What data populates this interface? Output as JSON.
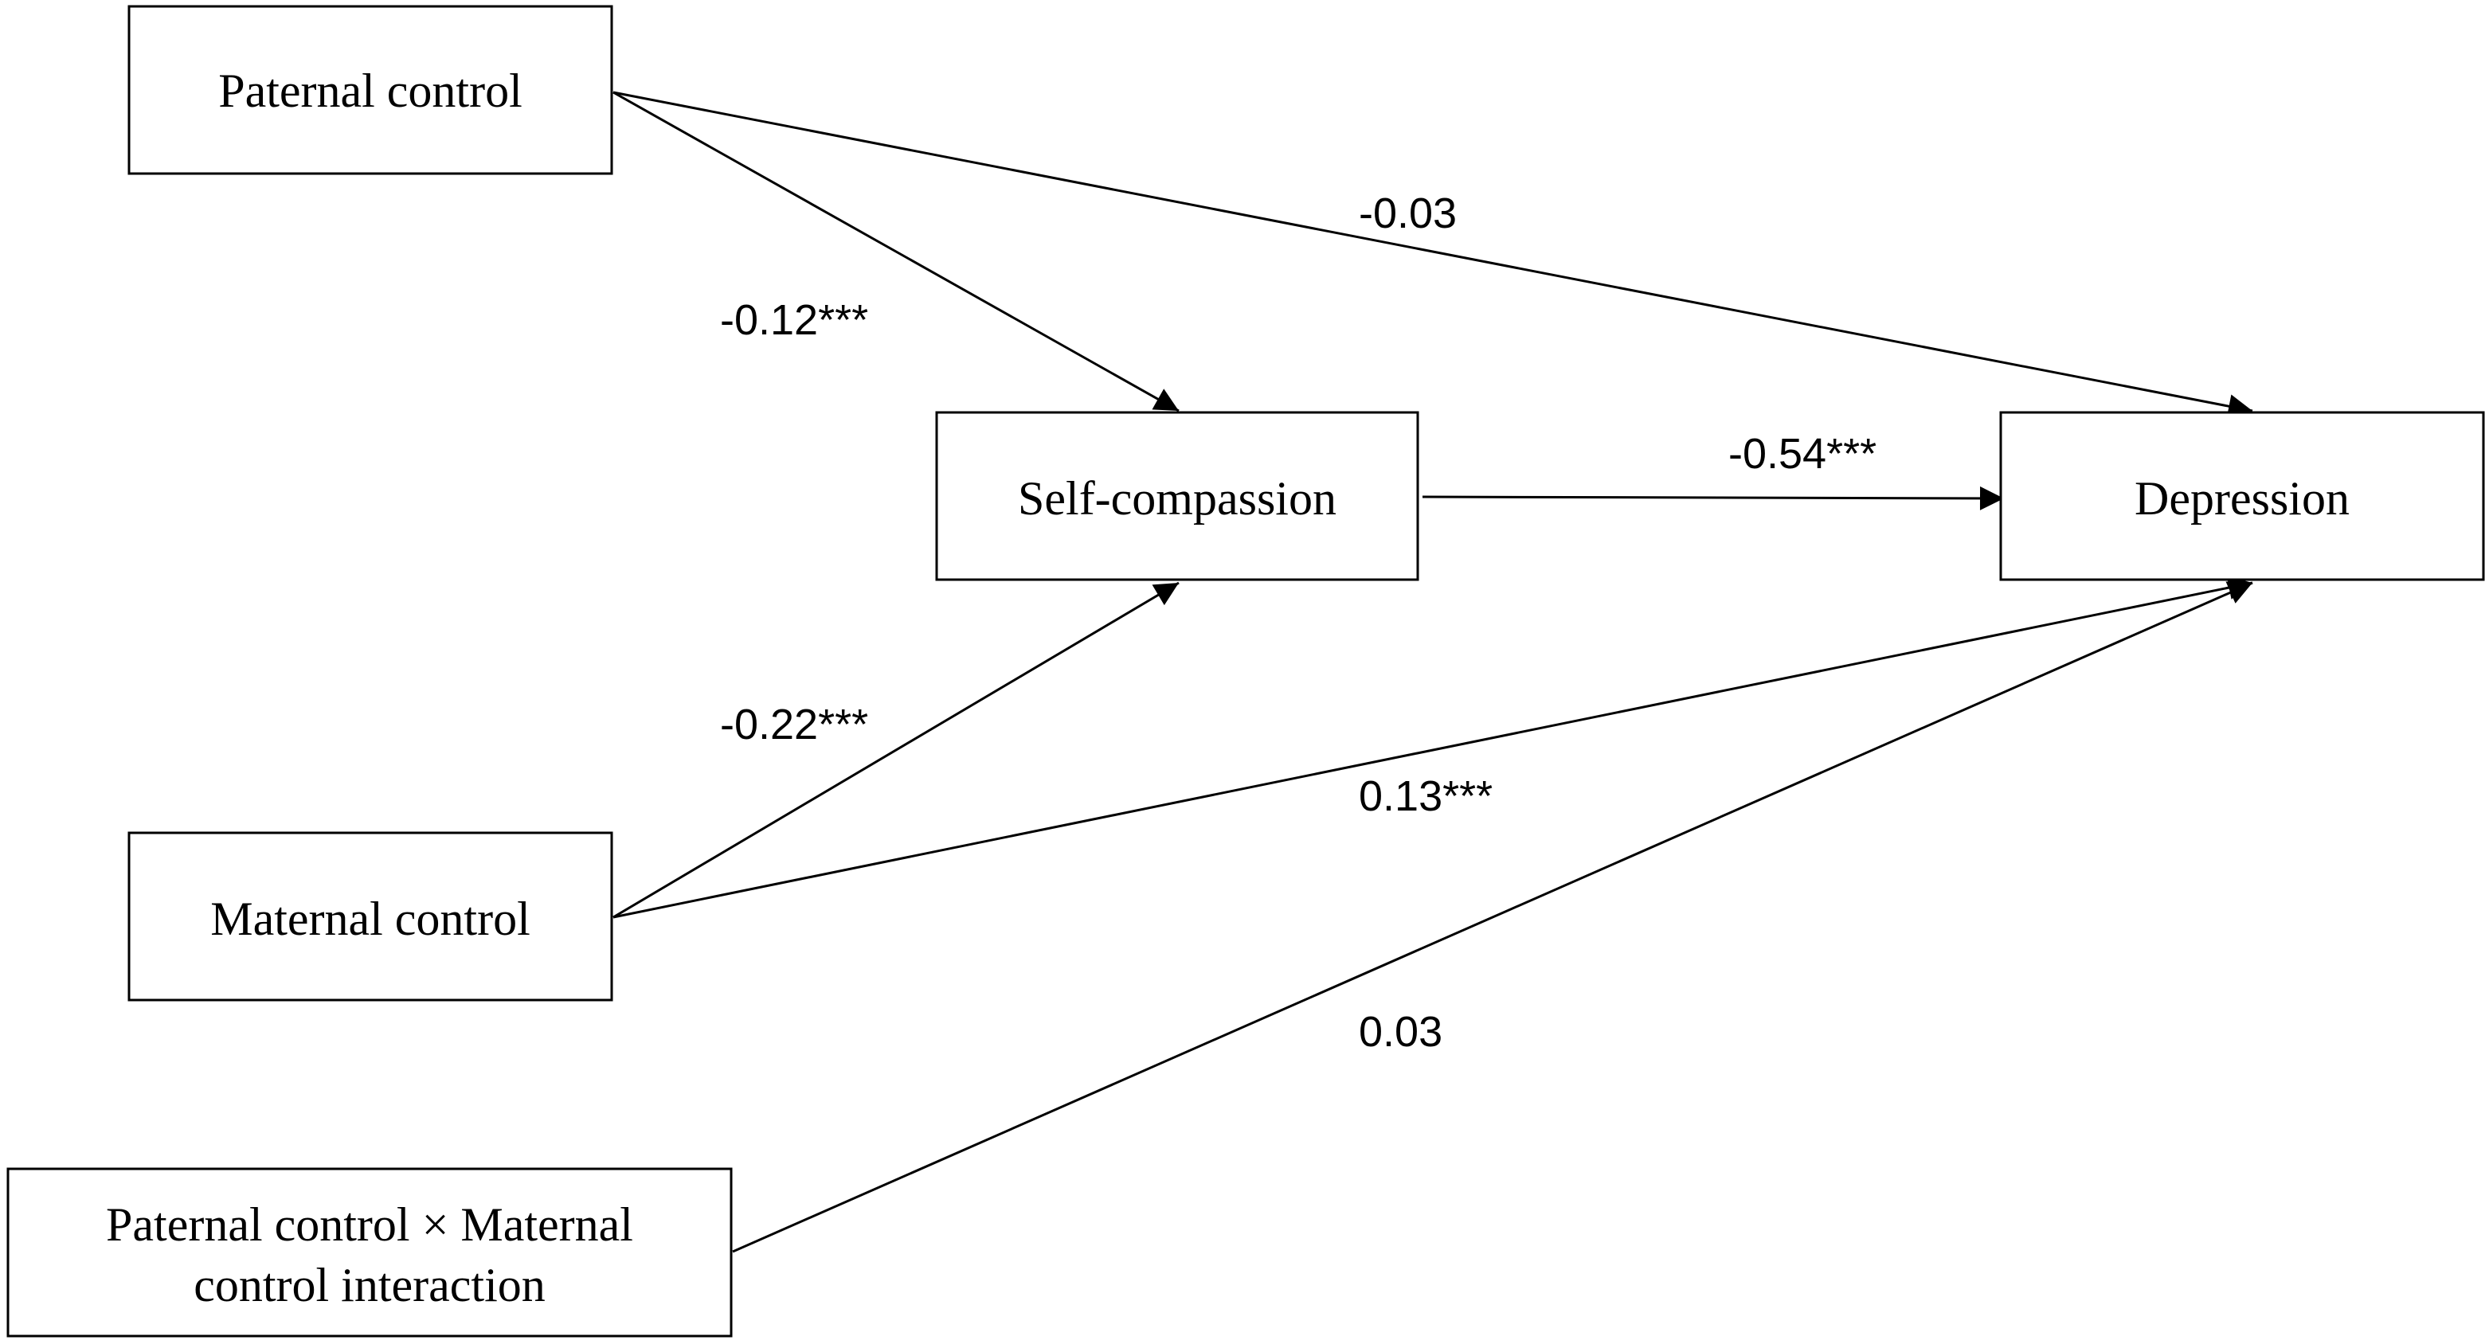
{
  "diagram": {
    "nodes": {
      "paternal": {
        "label": "Paternal control"
      },
      "maternal": {
        "label": "Maternal control"
      },
      "interaction": {
        "label_line1": "Paternal control × Maternal",
        "label_line2": "control interaction"
      },
      "selfcomp": {
        "label": "Self-compassion"
      },
      "depression": {
        "label": "Depression"
      }
    },
    "edges": {
      "paternal_selfcomp": {
        "from": "Paternal control",
        "to": "Self-compassion",
        "coef": "-0.12***"
      },
      "paternal_depression": {
        "from": "Paternal control",
        "to": "Depression",
        "coef": "-0.03"
      },
      "maternal_selfcomp": {
        "from": "Maternal control",
        "to": "Self-compassion",
        "coef": "-0.22***"
      },
      "maternal_depression": {
        "from": "Maternal control",
        "to": "Depression",
        "coef": "0.13***"
      },
      "interaction_depression": {
        "from": "Paternal control × Maternal control interaction",
        "to": "Depression",
        "coef": "0.03"
      },
      "selfcomp_depression": {
        "from": "Self-compassion",
        "to": "Depression",
        "coef": "-0.54***"
      }
    },
    "colors": {
      "line": "#000000",
      "box_fill": "#ffffff",
      "text": "#000000"
    }
  }
}
